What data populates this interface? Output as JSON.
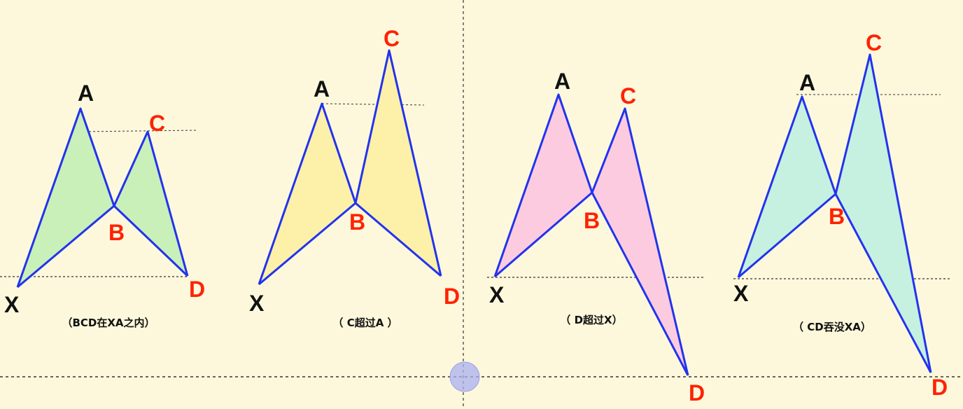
{
  "colors": {
    "background": "#fdf8dc",
    "line": "#2233ee",
    "x_a_label": "#111111",
    "b_c_d_label": "#ff2200",
    "panel_fills": [
      "#c8f0b8",
      "#fdf0a8",
      "#fccbe0",
      "#c6f0e0"
    ],
    "cursor": "#aab0f0"
  },
  "labels": {
    "x": "X",
    "a": "A",
    "b": "B",
    "c": "C",
    "d": "D"
  },
  "panels": [
    {
      "caption": "（BCD在XA之内）"
    },
    {
      "caption": "（ C超过A ）"
    },
    {
      "caption": "（ D超过X）"
    },
    {
      "caption": "（ CD吞没XA）"
    }
  ]
}
